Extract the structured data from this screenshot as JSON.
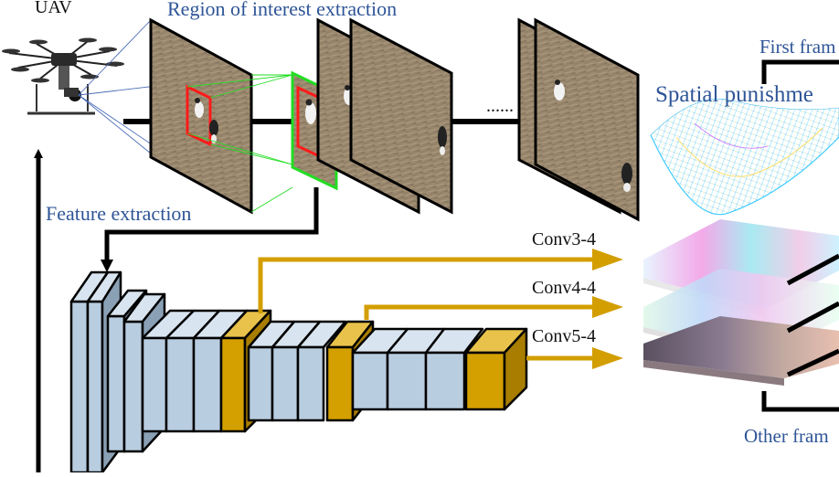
{
  "labels": {
    "uav": "UAV",
    "roi": "Region of interest extraction",
    "feature": "Feature extraction",
    "conv3": "Conv3-4",
    "conv4": "Conv4-4",
    "conv5": "Conv5-4",
    "first_frame": "First fram",
    "spatial": "Spatial punishme",
    "other_frames": "Other fram",
    "ellipsis": "......"
  },
  "colors": {
    "title_blue": "#2e5597",
    "arrow_gold": "#d39e00",
    "layer_blue": "#b9cde0",
    "layer_gold": "#d4a000",
    "roi_box_red": "#ff1a1a",
    "roi_highlight_green": "#22dd22"
  },
  "icons": [
    "uav-drone-icon"
  ]
}
